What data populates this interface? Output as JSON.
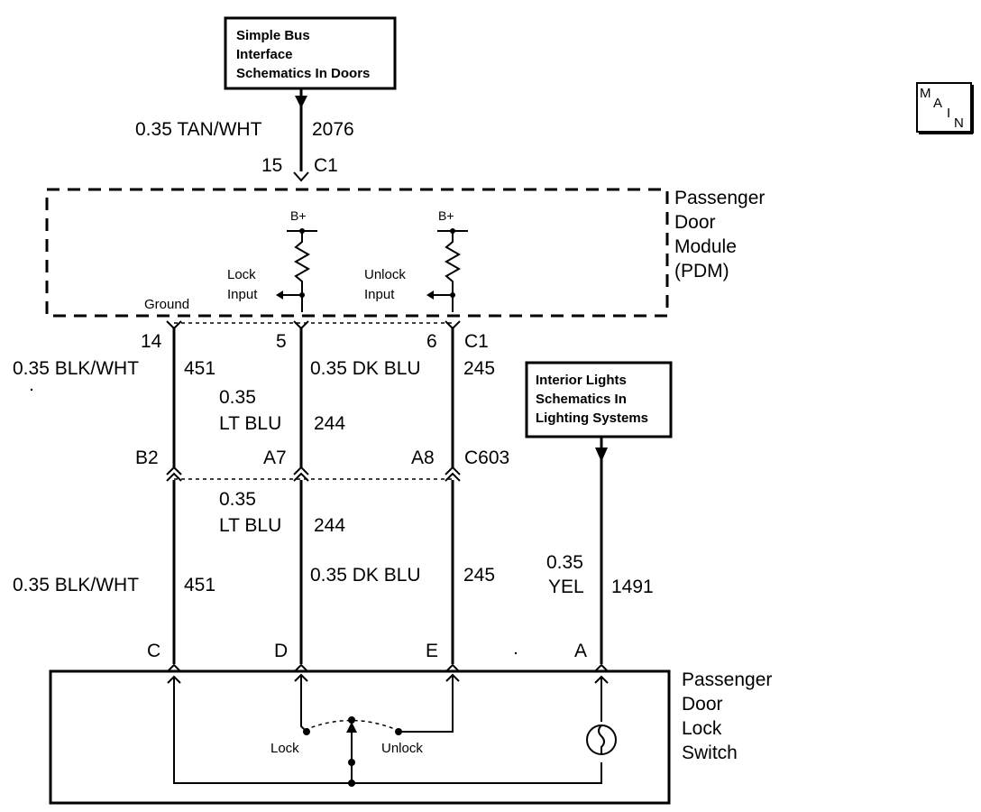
{
  "references": {
    "simple_bus": [
      "Simple Bus",
      "Interface",
      "Schematics In Doors"
    ],
    "interior_lights": [
      "Interior Lights",
      "Schematics In",
      "Lighting Systems"
    ]
  },
  "main_badge": {
    "m": "M",
    "a": "A",
    "i": "I",
    "n": "N"
  },
  "top_wire": {
    "spec": "0.35 TAN/WHT",
    "circuit": "2076",
    "pin": "15",
    "connector": "C1"
  },
  "pdm": {
    "title": [
      "Passenger",
      "Door",
      "Module",
      "(PDM)"
    ],
    "b_plus_left": "B+",
    "b_plus_right": "B+",
    "lock_input": [
      "Lock",
      "Input"
    ],
    "unlock_input": [
      "Unlock",
      "Input"
    ],
    "ground": "Ground"
  },
  "pdm_pins": {
    "ground_pin": "14",
    "lock_pin": "5",
    "unlock_pin": "6",
    "connector": "C1"
  },
  "upper_wires": {
    "ground": {
      "spec": "0.35 BLK/WHT",
      "circuit": "451"
    },
    "lock_gauge": "0.35",
    "lock_color": "LT BLU",
    "lock_circuit": "244",
    "unlock": {
      "spec": "0.35 DK BLU",
      "circuit": "245"
    }
  },
  "inline_connector": {
    "b2": "B2",
    "a7": "A7",
    "a8": "A8",
    "name": "C603"
  },
  "lower_wires": {
    "lock_gauge": "0.35",
    "lock_color": "LT BLU",
    "lock_circuit": "244",
    "ground": {
      "spec": "0.35 BLK/WHT",
      "circuit": "451"
    },
    "unlock": {
      "spec": "0.35 DK BLU",
      "circuit": "245"
    },
    "light_gauge": "0.35",
    "light_color": "YEL",
    "light_circuit": "1491"
  },
  "switch_pins": {
    "c": "C",
    "d": "D",
    "e": "E",
    "a": "A"
  },
  "switch": {
    "title": [
      "Passenger",
      "Door",
      "Lock",
      "Switch"
    ],
    "lock": "Lock",
    "unlock": "Unlock"
  }
}
